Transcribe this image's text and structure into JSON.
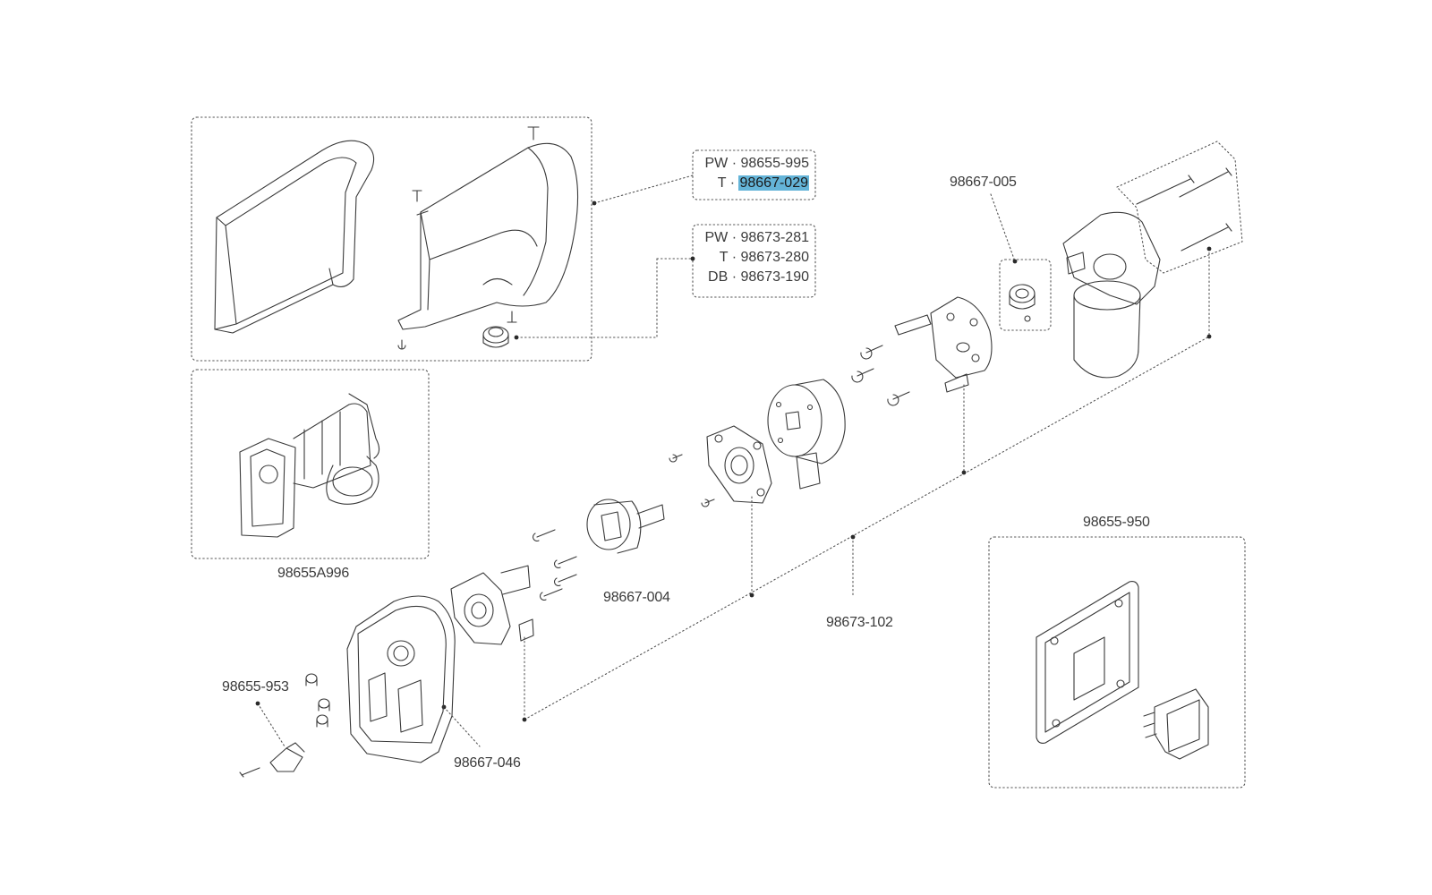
{
  "callouts": {
    "cover_kit": {
      "rows": [
        {
          "prefix": "PW · ",
          "code": "98655-995",
          "selected": false
        },
        {
          "prefix": "T · ",
          "code": "98667-029",
          "selected": true
        }
      ]
    },
    "cap_kit": {
      "rows": [
        {
          "prefix": "PW · ",
          "code": "98673-281"
        },
        {
          "prefix": "T · ",
          "code": "98673-280"
        },
        {
          "prefix": "DB · ",
          "code": "98673-190"
        }
      ]
    },
    "motor_seal": "98667-005",
    "assembly": "98655A996",
    "hub": "98667-004",
    "gear_set": "98673-102",
    "housing": "98667-046",
    "limit_switch": "98655-953",
    "switch_panel": "98655-950"
  },
  "colors": {
    "line": "#3a3a3a",
    "highlight": "#64b4d8",
    "dotted": "#555555"
  }
}
